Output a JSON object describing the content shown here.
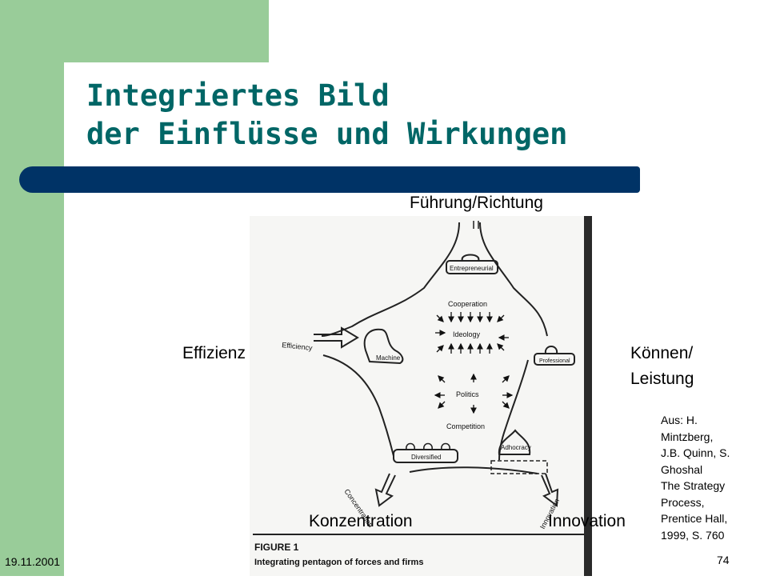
{
  "slide": {
    "title_line1": "Integriertes Bild",
    "title_line2": "der Einflüsse und Wirkungen",
    "date": "19.11.2001",
    "page_number": "74"
  },
  "labels": {
    "top": "Führung/Richtung",
    "left": "Effizienz",
    "right_line1": "Können/",
    "right_line2": "Leistung",
    "bottom_left": "Konzentration",
    "bottom_right": "Innovation"
  },
  "source": {
    "lines": [
      "Aus: H.",
      "Mintzberg,",
      "J.B. Quinn, S.",
      "Ghoshal",
      "The Strategy",
      "Process,",
      "Prentice Hall,",
      "1999, S. 760"
    ]
  },
  "figure": {
    "entrepreneurial": "Entrepreneurial",
    "efficiency": "Efficiency",
    "machine": "Machine",
    "professional": "Professional",
    "cooperation": "Cooperation",
    "ideology": "Ideology",
    "politics": "Politics",
    "competition": "Competition",
    "diversified": "Diversified",
    "adhocracy": "Adhocracy",
    "concentration": "Concentration",
    "innovation": "Innovation",
    "caption_title": "FIGURE 1",
    "caption_text": "Integrating pentagon of forces and firms"
  }
}
